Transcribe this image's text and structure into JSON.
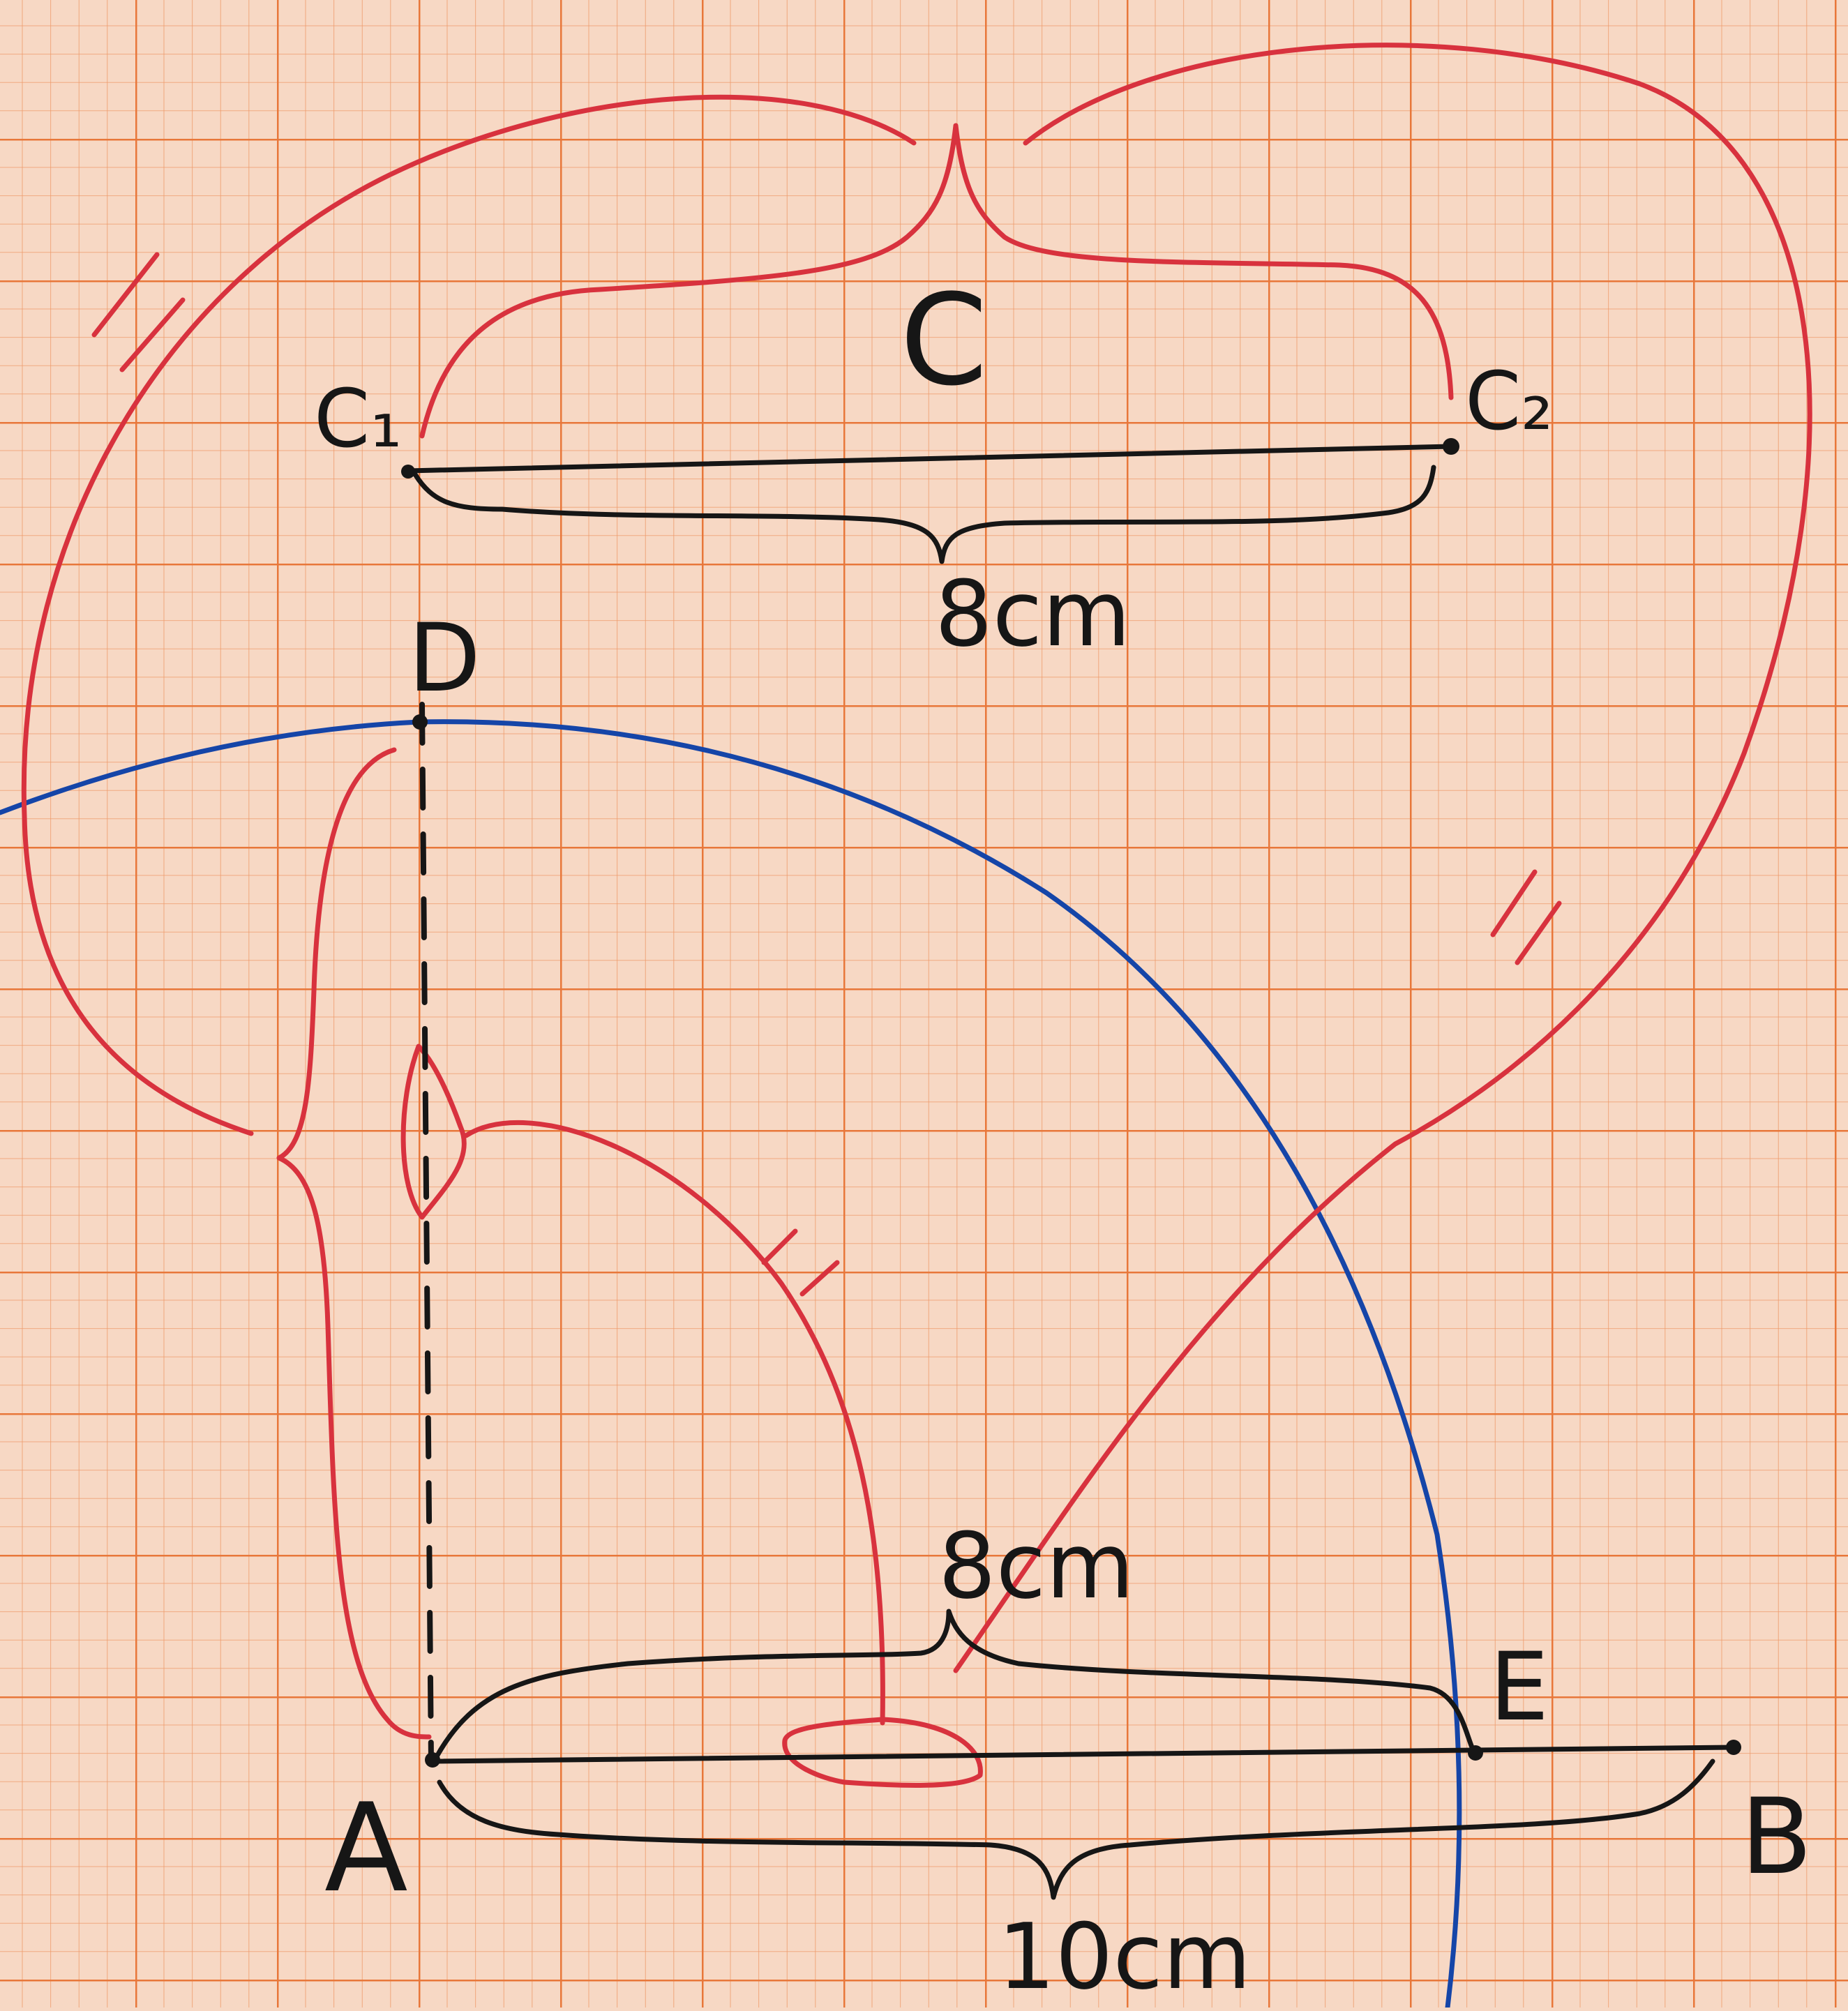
{
  "diagram": {
    "colors": {
      "paper": "#f7d8c4",
      "grid_fine": "#ee9a6a",
      "grid_bold": "#e8773a",
      "ink_black": "#161616",
      "ink_red": "#d8323e",
      "ink_blue": "#1545a8"
    },
    "labels": {
      "segment_c1c2": "C",
      "point_c1": "C₁",
      "point_c2": "C₂",
      "length_c1c2": "8cm",
      "point_d": "D",
      "point_a": "A",
      "point_e": "E",
      "point_b": "B",
      "length_ae": "8cm",
      "length_ab": "10cm"
    }
  }
}
